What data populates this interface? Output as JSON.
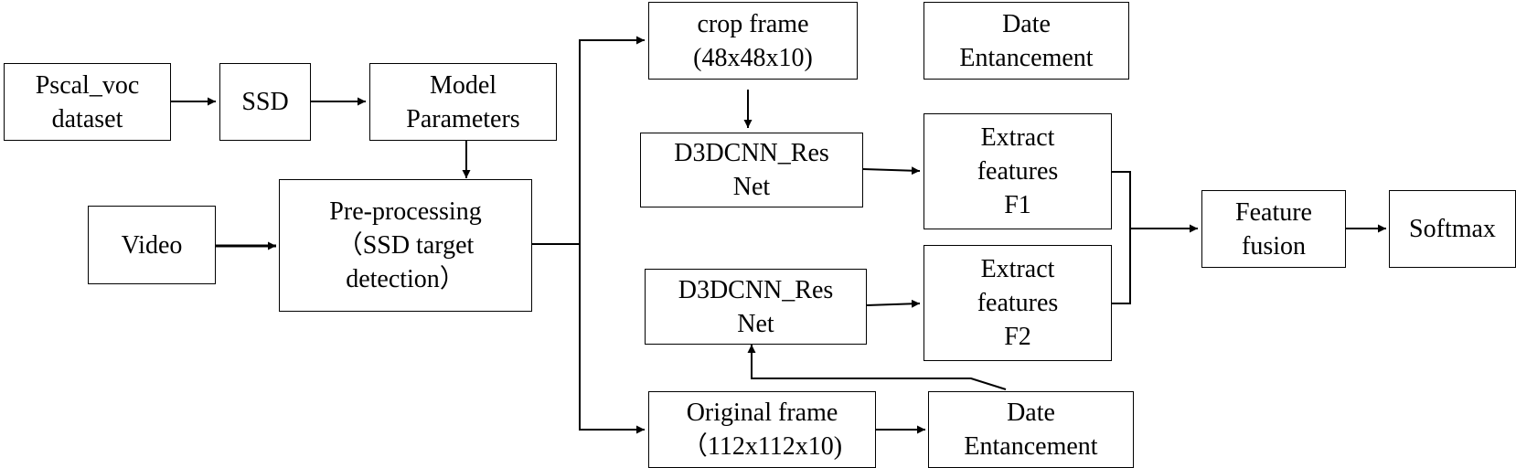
{
  "nodes": {
    "pscal_voc": [
      "Pscal_voc",
      "dataset"
    ],
    "ssd": [
      "SSD"
    ],
    "model_params": [
      "Model",
      "Parameters"
    ],
    "video": [
      "Video"
    ],
    "preprocessing": [
      "Pre-processing",
      "（SSD target",
      "detection）"
    ],
    "crop_frame": [
      "crop frame",
      "(48x48x10)"
    ],
    "date_enh_top": [
      "Date",
      "Entancement"
    ],
    "d3dcnn_1": [
      "D3DCNN_Res",
      "Net"
    ],
    "extract_f1": [
      "Extract",
      "features",
      "F1"
    ],
    "d3dcnn_2": [
      "D3DCNN_Res",
      "Net"
    ],
    "extract_f2": [
      "Extract",
      "features",
      "F2"
    ],
    "original_frame": [
      "Original frame",
      "（112x112x10)"
    ],
    "date_enh_bottom": [
      "Date",
      "Entancement"
    ],
    "feature_fusion": [
      "Feature",
      "fusion"
    ],
    "softmax": [
      "Softmax"
    ]
  }
}
